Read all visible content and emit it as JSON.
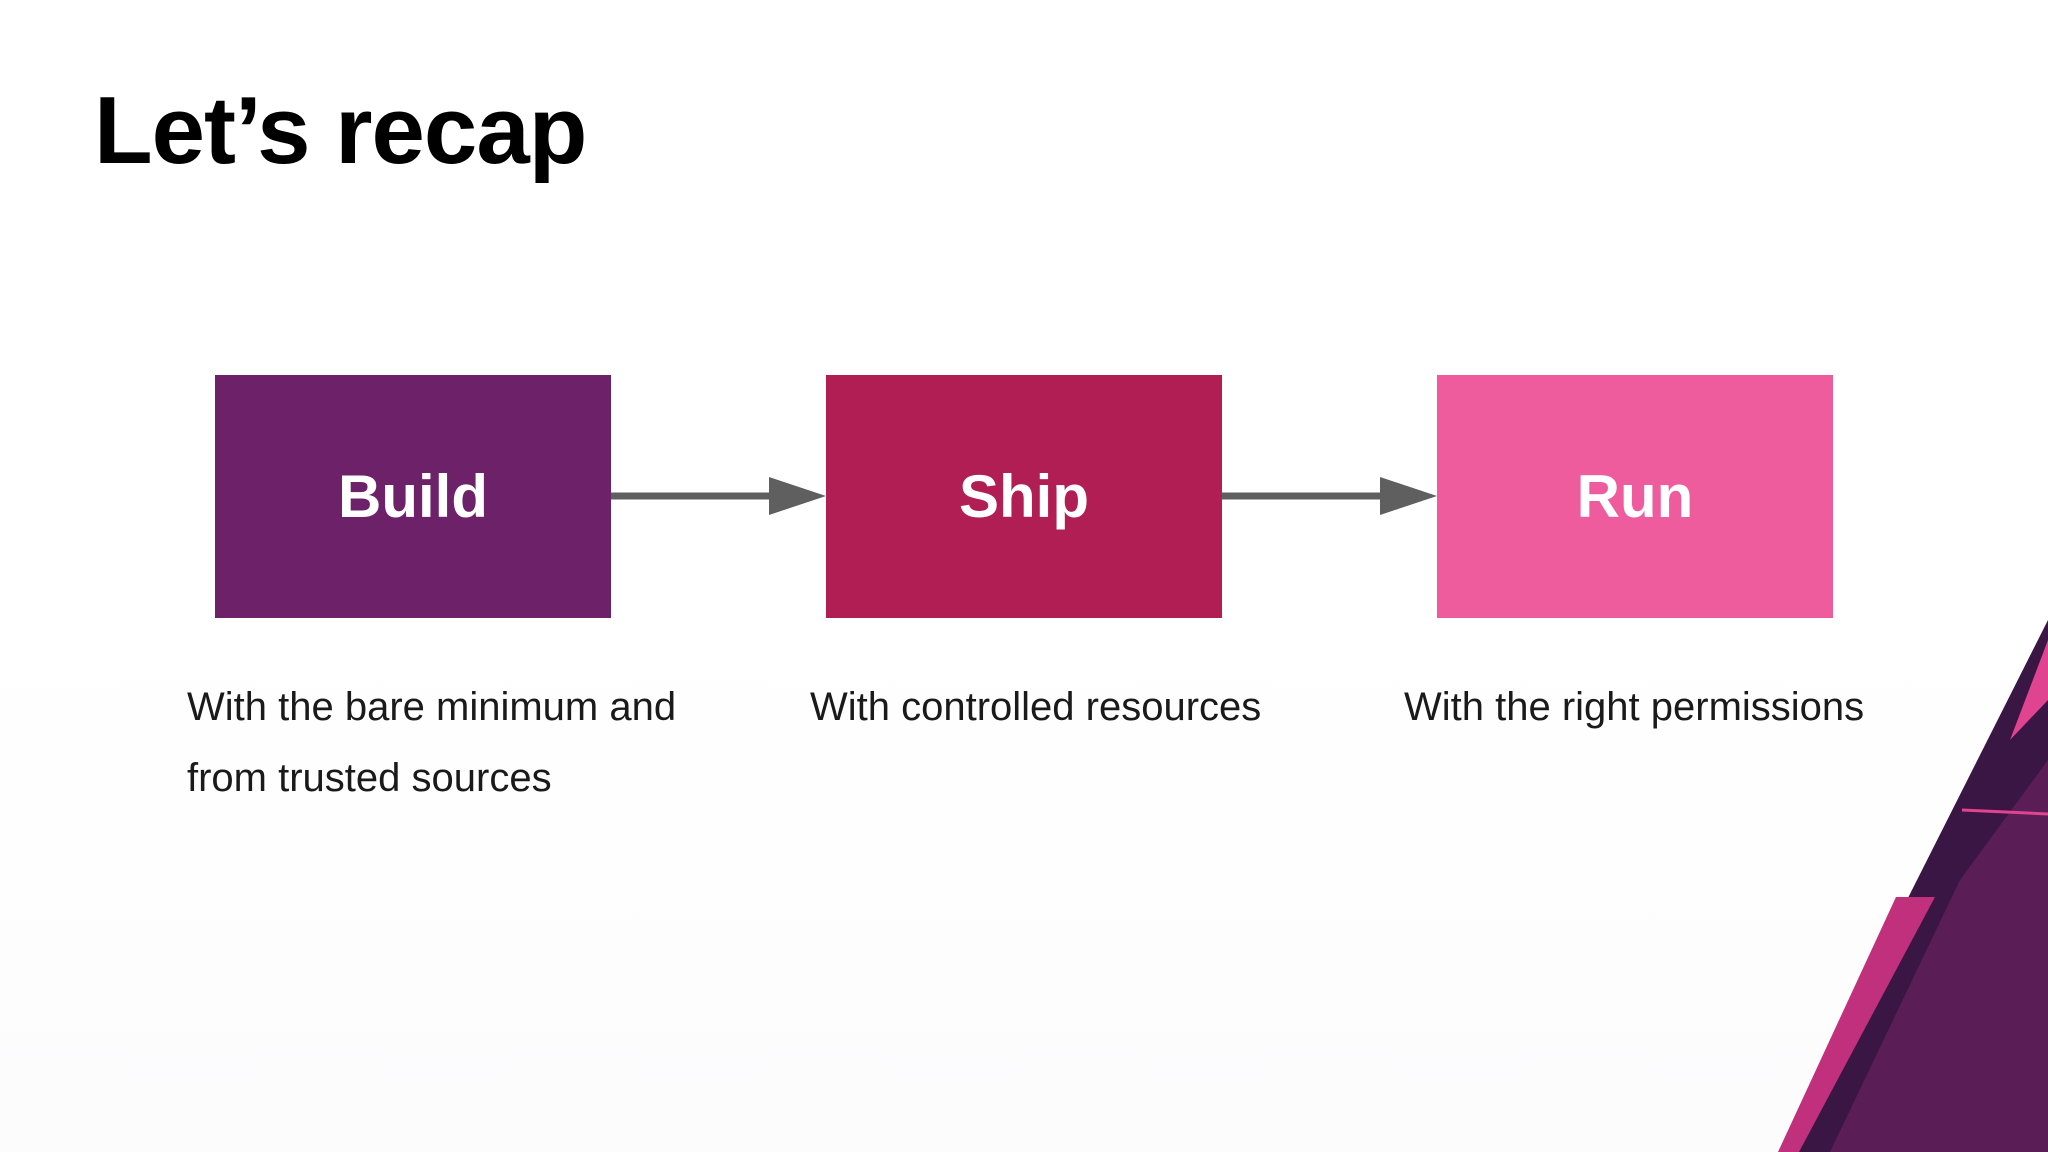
{
  "slide": {
    "title": "Let’s recap"
  },
  "steps": [
    {
      "label": "Build",
      "description": "With the bare minimum and from trusted sources",
      "color": "#6c2168"
    },
    {
      "label": "Ship",
      "description": "With controlled resources",
      "color": "#b01e54"
    },
    {
      "label": "Run",
      "description": "With the right permissions",
      "color": "#ee5c9e"
    }
  ],
  "connector_color": "#5f5f5f",
  "decoration": {
    "colors": [
      "#3a1645",
      "#5b1d55",
      "#c0307c",
      "#e0438f"
    ]
  }
}
